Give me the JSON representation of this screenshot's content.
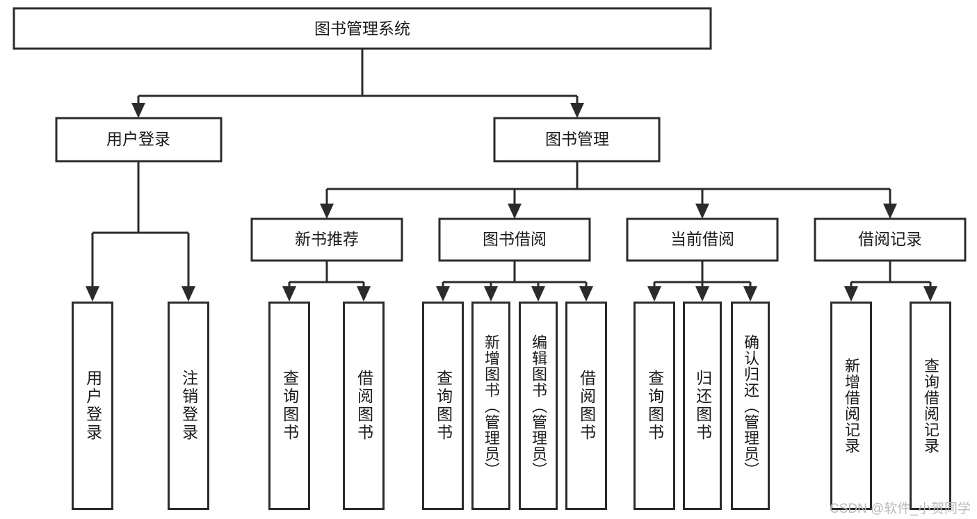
{
  "diagram": {
    "title_node": {
      "label": "图书管理系统"
    },
    "level2": [
      {
        "id": "user-login",
        "label": "用户登录"
      },
      {
        "id": "book-management",
        "label": "图书管理"
      }
    ],
    "level3": [
      {
        "id": "new-book-recommend",
        "label": "新书推荐"
      },
      {
        "id": "book-borrow",
        "label": "图书借阅"
      },
      {
        "id": "current-borrow",
        "label": "当前借阅"
      },
      {
        "id": "borrow-record",
        "label": "借阅记录"
      }
    ],
    "leaves": [
      {
        "id": "leaf-user-login",
        "label": "用户登录",
        "parent": "用户登录"
      },
      {
        "id": "leaf-logout-login",
        "label": "注销登录",
        "parent": "用户登录"
      },
      {
        "id": "leaf-query-book-1",
        "label": "查询图书",
        "parent": "新书推荐"
      },
      {
        "id": "leaf-borrow-book-1",
        "label": "借阅图书",
        "parent": "新书推荐"
      },
      {
        "id": "leaf-query-book-2",
        "label": "查询图书",
        "parent": "图书借阅"
      },
      {
        "id": "leaf-add-book-admin",
        "label": "新增图书（管理员）",
        "parent": "图书借阅"
      },
      {
        "id": "leaf-edit-book-admin",
        "label": "编辑图书（管理员）",
        "parent": "图书借阅"
      },
      {
        "id": "leaf-borrow-book-2",
        "label": "借阅图书",
        "parent": "图书借阅"
      },
      {
        "id": "leaf-query-book-3",
        "label": "查询图书",
        "parent": "当前借阅"
      },
      {
        "id": "leaf-return-book",
        "label": "归还图书",
        "parent": "当前借阅"
      },
      {
        "id": "leaf-confirm-return-admin",
        "label": "确认归还（管理员）",
        "parent": "当前借阅"
      },
      {
        "id": "leaf-add-borrow-record",
        "label": "新增借阅记录",
        "parent": "借阅记录"
      },
      {
        "id": "leaf-query-borrow-record",
        "label": "查询借阅记录",
        "parent": "借阅记录"
      }
    ],
    "watermark": "CSDN @软件_小贺同学",
    "colors": {
      "stroke": "#2b2b2b",
      "fill": "#ffffff",
      "text": "#1a1a1a",
      "watermark": "#b9b9b9"
    }
  }
}
